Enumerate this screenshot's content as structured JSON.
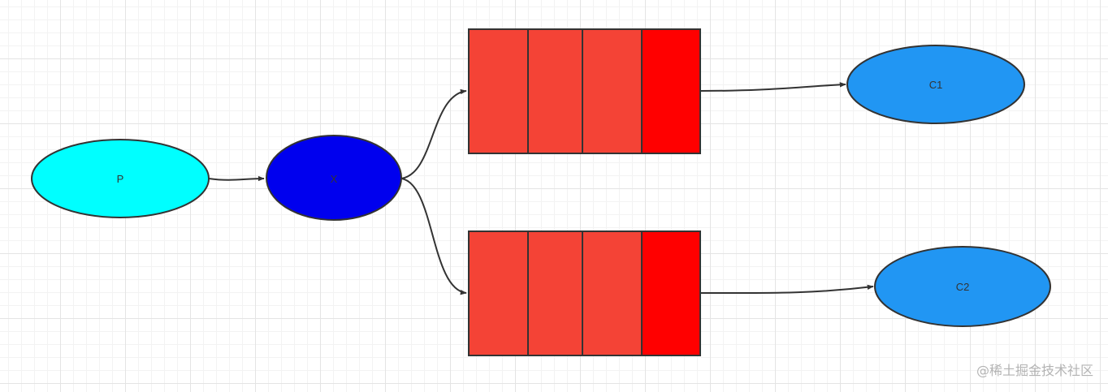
{
  "nodes": {
    "producer": {
      "label": "P",
      "color": "#00ffff"
    },
    "exchange": {
      "label": "X",
      "color": "#0000ee"
    },
    "consumer1": {
      "label": "C1",
      "color": "#2196f3"
    },
    "consumer2": {
      "label": "C2",
      "color": "#2196f3"
    }
  },
  "queues": {
    "cell_color": "#f44336",
    "head_color": "#ff0000",
    "count": 2,
    "cells_per_queue": 4
  },
  "watermark": "@稀土掘金技术社区"
}
